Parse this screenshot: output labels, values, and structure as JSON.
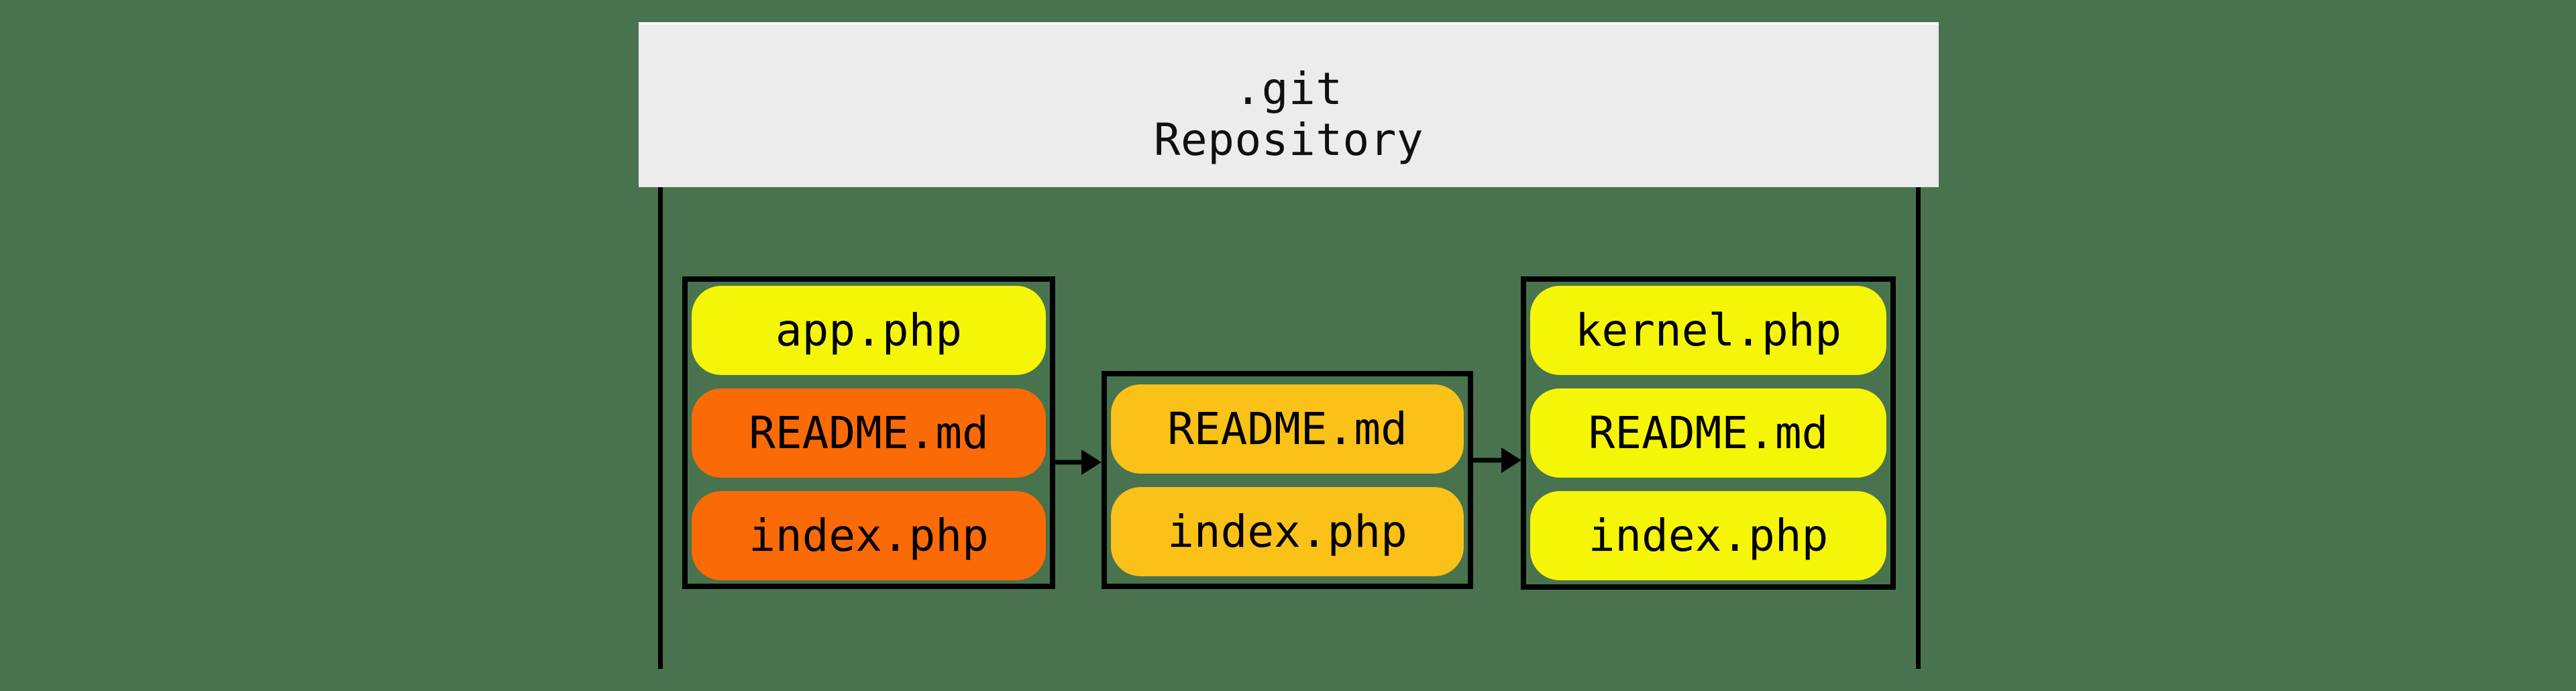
{
  "header": {
    "line1": ".git",
    "line2": "Repository"
  },
  "colors": {
    "background": "#48734E",
    "header_bg": "#ECECEC",
    "stroke": "#000000",
    "pill_yellow": "#F5F607",
    "pill_orange": "#FA6A07",
    "pill_amber": "#FAC118",
    "text": "#101010"
  },
  "boxes": [
    {
      "position": "left",
      "files": [
        {
          "label": "app.php",
          "color": "#F5F607"
        },
        {
          "label": "README.md",
          "color": "#FA6A07"
        },
        {
          "label": "index.php",
          "color": "#FA6A07"
        }
      ]
    },
    {
      "position": "middle",
      "files": [
        {
          "label": "README.md",
          "color": "#FAC118"
        },
        {
          "label": "index.php",
          "color": "#FAC118"
        }
      ]
    },
    {
      "position": "right",
      "files": [
        {
          "label": "kernel.php",
          "color": "#F5F607"
        },
        {
          "label": "README.md",
          "color": "#F5F607"
        },
        {
          "label": "index.php",
          "color": "#F5F607"
        }
      ]
    }
  ]
}
